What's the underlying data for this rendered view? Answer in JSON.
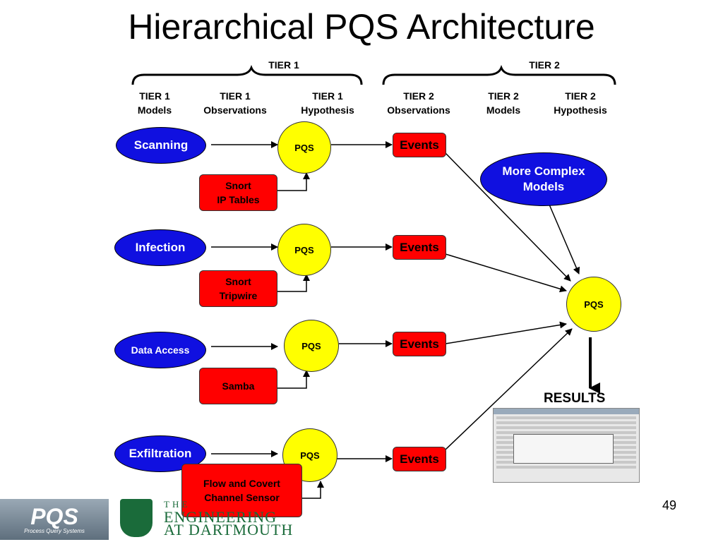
{
  "title": "Hierarchical PQS Architecture",
  "tiers": [
    {
      "label": "TIER 1"
    },
    {
      "label": "TIER 2"
    }
  ],
  "columns": [
    {
      "line1": "TIER 1",
      "line2": "Models"
    },
    {
      "line1": "TIER 1",
      "line2": "Observations"
    },
    {
      "line1": "TIER 1",
      "line2": "Hypothesis"
    },
    {
      "line1": "TIER 2",
      "line2": "Observations"
    },
    {
      "line1": "TIER 2",
      "line2": "Models"
    },
    {
      "line1": "TIER 2",
      "line2": "Hypothesis"
    }
  ],
  "rows": [
    {
      "model": "Scanning",
      "sensor_line1": "Snort",
      "sensor_line2": "IP Tables",
      "pqs": "PQS",
      "events": "Events"
    },
    {
      "model": "Infection",
      "sensor_line1": "Snort",
      "sensor_line2": "Tripwire",
      "pqs": "PQS",
      "events": "Events"
    },
    {
      "model": "Data Access",
      "sensor_line1": "Samba",
      "sensor_line2": "",
      "pqs": "PQS",
      "events": "Events"
    },
    {
      "model": "Exfiltration",
      "sensor_line1": "Flow  and Covert",
      "sensor_line2": "Channel Sensor",
      "pqs": "PQS",
      "events": "Events"
    }
  ],
  "tier2": {
    "models_line1": "More Complex",
    "models_line2": "Models",
    "pqs": "PQS",
    "results": "RESULTS"
  },
  "footer": {
    "logo_text": "PQS",
    "logo_subtext": "Process Query Systems",
    "dart_line1": "THE",
    "dart_line2": "ENGINEERING",
    "dart_line3": "AT DARTMOUTH",
    "page_number": "49"
  },
  "colors": {
    "model_fill": "#1010e0",
    "pqs_fill": "#ffff00",
    "sensor_fill": "#ff0000"
  }
}
